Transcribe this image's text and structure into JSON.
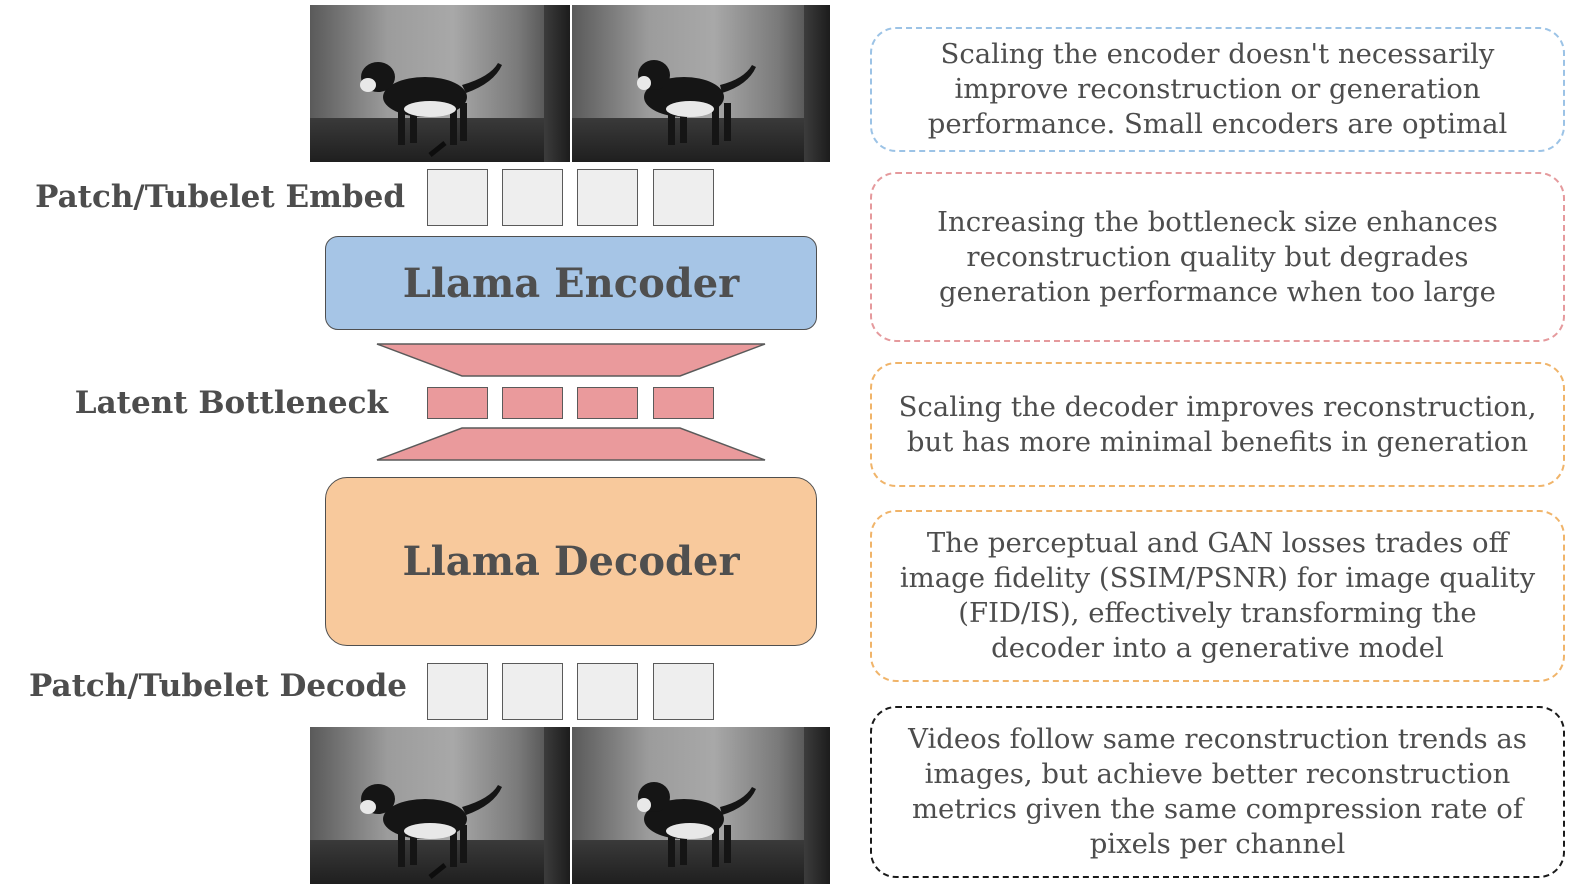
{
  "diagram": {
    "labels": {
      "embed": "Patch/Tubelet Embed",
      "bottleneck": "Latent Bottleneck",
      "decode": "Patch/Tubelet Decode"
    },
    "blocks": {
      "encoder": "Llama Encoder",
      "decoder": "Llama Decoder"
    },
    "colors": {
      "encoder": "#a6c5e6",
      "decoder": "#f8c99c",
      "bottleneck": "#ea9a9c",
      "token": "#eeeeee"
    },
    "token_count": 4
  },
  "notes": [
    {
      "text": "Scaling the encoder doesn't necessarily\nimprove reconstruction or generation\nperformance. Small encoders are optimal",
      "border_color": "#9cc3e6"
    },
    {
      "text": "Increasing the bottleneck size enhances\nreconstruction quality but degrades\ngeneration performance when too large",
      "border_color": "#e59a9d"
    },
    {
      "text": "Scaling the decoder improves reconstruction,\nbut has more minimal benefits in generation",
      "border_color": "#f0b46a"
    },
    {
      "text": "The perceptual and GAN losses trades off\nimage fidelity (SSIM/PSNR) for image quality\n(FID/IS), effectively transforming the\ndecoder into a generative model",
      "border_color": "#f0b46a"
    },
    {
      "text": "Videos follow same reconstruction trends as\nimages, but achieve better reconstruction\nmetrics given the same compression rate of\npixels per channel",
      "border_color": "#1a1a1a"
    }
  ]
}
